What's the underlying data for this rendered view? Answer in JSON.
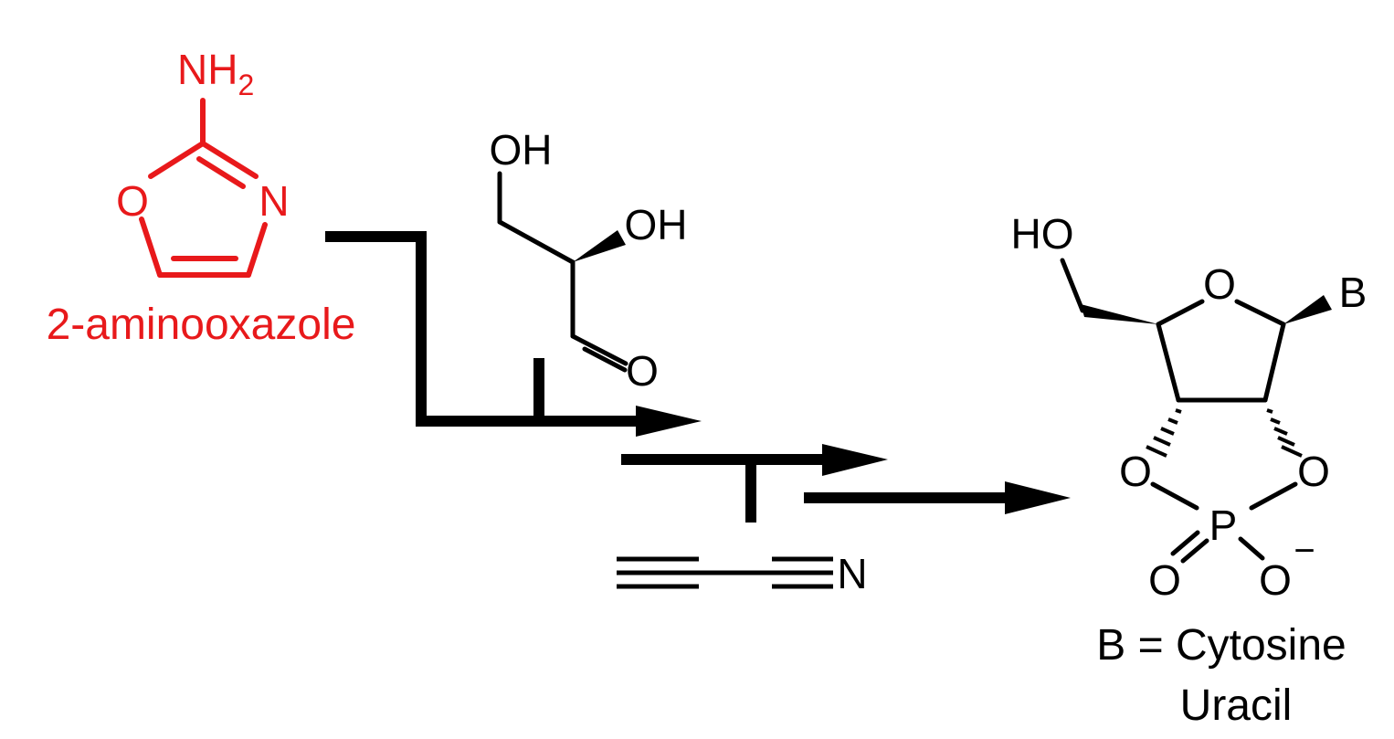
{
  "colors": {
    "highlight": "#e8191b",
    "ink": "#000000",
    "background": "#ffffff"
  },
  "aminooxazole": {
    "name": "2-aminooxazole",
    "nh": "NH",
    "nh_sub": "2",
    "ring_o": "O",
    "ring_n": "N"
  },
  "glyceraldehyde": {
    "oh_top": "OH",
    "oh_mid": "OH",
    "carbonyl_o": "O"
  },
  "cyanoacetylene": {
    "n": "N"
  },
  "product": {
    "ho": "HO",
    "ring_o": "O",
    "base": "B",
    "o_left": "O",
    "o_right": "O",
    "p": "P",
    "o_double": "O",
    "o_minus": "O",
    "charge": "−",
    "caption_line1": "B = Cytosine",
    "caption_line2": "Uracil"
  }
}
